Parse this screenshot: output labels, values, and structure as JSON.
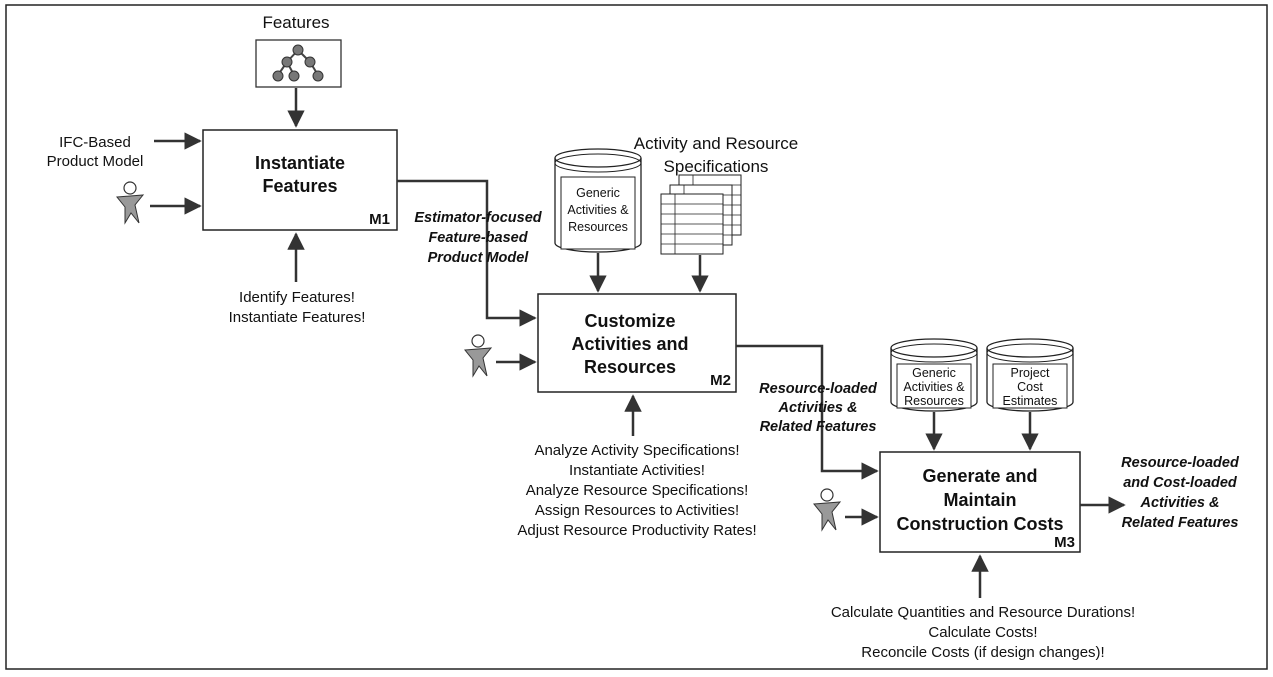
{
  "features": {
    "label": "Features"
  },
  "inputs": {
    "ifc_model": [
      "IFC-Based",
      "Product Model"
    ]
  },
  "modules": {
    "m1": {
      "title": [
        "Instantiate",
        "Features"
      ],
      "id": "M1"
    },
    "m2": {
      "title": [
        "Customize",
        "Activities and",
        "Resources"
      ],
      "id": "M2"
    },
    "m3": {
      "title": [
        "Generate and",
        "Maintain",
        "Construction Costs"
      ],
      "id": "M3"
    }
  },
  "flows": {
    "m1_output": [
      "Estimator-focused",
      "Feature-based",
      "Product Model"
    ],
    "m2_output": [
      "Resource-loaded",
      "Activities &",
      "Related Features"
    ],
    "m3_output": [
      "Resource-loaded",
      "and Cost-loaded",
      "Activities &",
      "Related Features"
    ]
  },
  "databases": {
    "db1": [
      "Generic",
      "Activities &",
      "Resources"
    ],
    "db2": [
      "Generic",
      "Activities &",
      "Resources"
    ],
    "db3": [
      "Project",
      "Cost",
      "Estimates"
    ]
  },
  "specifications": {
    "label": [
      "Activity and Resource",
      "Specifications"
    ]
  },
  "controls": {
    "m1": [
      "Identify Features!",
      "Instantiate Features!"
    ],
    "m2": [
      "Analyze Activity Specifications!",
      "Instantiate Activities!",
      "Analyze Resource Specifications!",
      "Assign Resources to Activities!",
      "Adjust Resource Productivity Rates!"
    ],
    "m3": [
      "Calculate Quantities and Resource Durations!",
      "Calculate Costs!",
      "Reconcile Costs (if design changes)!"
    ]
  },
  "colors": {
    "line": "#333333",
    "box_stroke": "#222222",
    "figure": "#888888"
  }
}
